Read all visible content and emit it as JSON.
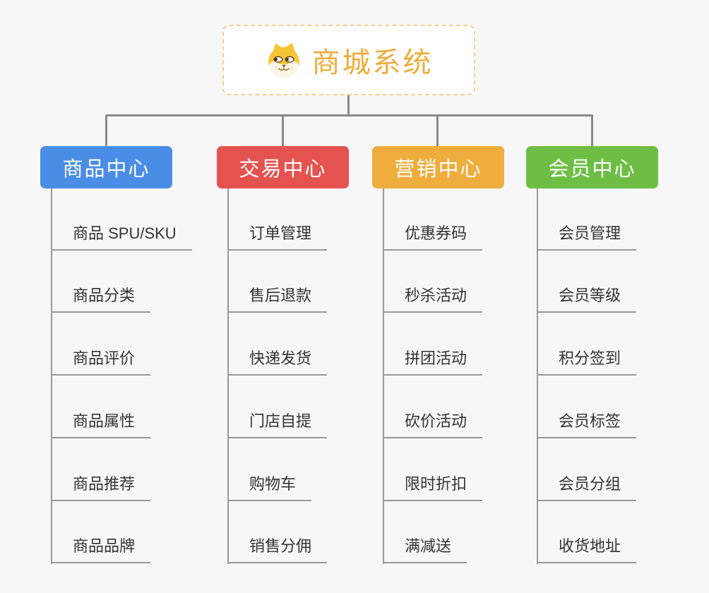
{
  "background_color": "#F7F7F7",
  "connector_color": "#8A8A8A",
  "leaf_line_color": "#999999",
  "leaf_text_color": "#333333",
  "root": {
    "label": "商城系统",
    "icon": "shiba-dog-icon",
    "text_color": "#F0AD3B",
    "border_color": "#F6CE90",
    "background": "#FFFFFF"
  },
  "branches": [
    {
      "label": "商品中心",
      "color": "#4A8DE6",
      "children": [
        "商品 SPU/SKU",
        "商品分类",
        "商品评价",
        "商品属性",
        "商品推荐",
        "商品品牌"
      ]
    },
    {
      "label": "交易中心",
      "color": "#E4534F",
      "children": [
        "订单管理",
        "售后退款",
        "快递发货",
        "门店自提",
        "购物车",
        "销售分佣"
      ]
    },
    {
      "label": "营销中心",
      "color": "#EEAD3D",
      "children": [
        "优惠券码",
        "秒杀活动",
        "拼团活动",
        "砍价活动",
        "限时折扣",
        "满减送"
      ]
    },
    {
      "label": "会员中心",
      "color": "#6EBE45",
      "children": [
        "会员管理",
        "会员等级",
        "积分签到",
        "会员标签",
        "会员分组",
        "收货地址"
      ]
    }
  ]
}
